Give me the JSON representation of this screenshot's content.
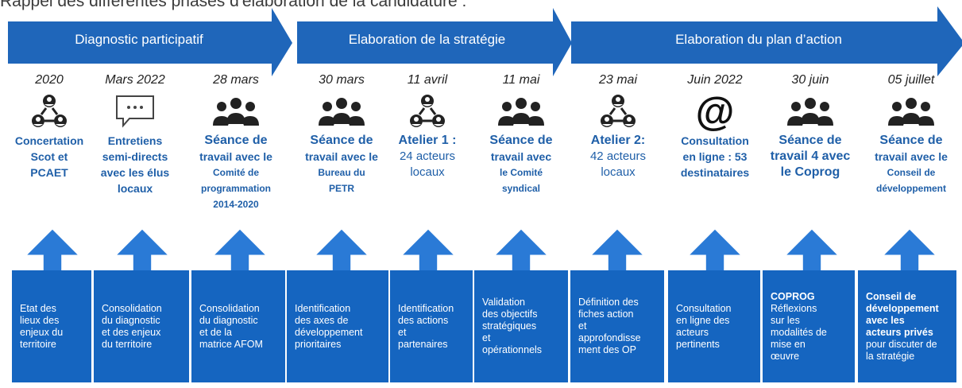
{
  "title": "Rappel des différentes phases d'élaboration de la candidature :",
  "colors": {
    "phase_arrow": "#1f66ba",
    "box": "#1565c0",
    "up_arrow": "#2a7ad6",
    "activity_text": "#1f5fa8"
  },
  "phases": [
    {
      "label": "Diagnostic participatif"
    },
    {
      "label": "Elaboration de la stratégie"
    },
    {
      "label": "Elaboration du plan d’action"
    }
  ],
  "steps": [
    {
      "date": "2020",
      "icon": "network-people-icon",
      "activity": [
        "Concertation",
        "Scot et",
        "PCAET"
      ],
      "box": [
        "Etat des",
        "lieux des",
        "enjeux du",
        "territoire"
      ]
    },
    {
      "date": "Mars 2022",
      "icon": "chat-bubble-icon",
      "activity": [
        "Entretiens",
        "semi-directs",
        "avec les élus",
        "locaux"
      ],
      "box": [
        "Consolidation",
        "du diagnostic",
        "et des enjeux",
        "du territoire"
      ]
    },
    {
      "date": "28 mars",
      "icon": "group-people-icon",
      "activity": [
        "Séance de",
        "travail avec le",
        "Comité de",
        "programmation",
        "2014-2020"
      ],
      "box": [
        "Consolidation",
        "du diagnostic",
        "et de la",
        "matrice AFOM"
      ]
    },
    {
      "date": "30 mars",
      "icon": "group-people-icon",
      "activity": [
        "Séance de",
        "travail avec le",
        "Bureau du",
        "PETR"
      ],
      "box": [
        "Identification",
        "des axes de",
        "développement",
        "prioritaires"
      ]
    },
    {
      "date": "11 avril",
      "icon": "network-people-icon",
      "activity": [
        "Atelier 1 :",
        "24 acteurs",
        "locaux"
      ],
      "box": [
        "Identification",
        "des actions",
        "et",
        "partenaires"
      ]
    },
    {
      "date": "11 mai",
      "icon": "group-people-icon",
      "activity": [
        "Séance de",
        "travail avec",
        "le Comité",
        "syndical"
      ],
      "box": [
        "Validation",
        "des objectifs",
        "stratégiques",
        "et",
        "opérationnels"
      ]
    },
    {
      "date": "23 mai",
      "icon": "network-people-icon",
      "activity": [
        "Atelier 2:",
        "42 acteurs",
        "locaux"
      ],
      "box": [
        "Définition des",
        "fiches action",
        "et",
        "approfondisse",
        "ment des OP"
      ]
    },
    {
      "date": "Juin 2022",
      "icon": "at-sign-icon",
      "activity": [
        "Consultation",
        "en ligne : 53",
        "destinataires"
      ],
      "box": [
        "Consultation",
        "en ligne des",
        "acteurs",
        "pertinents"
      ]
    },
    {
      "date": "30 juin",
      "icon": "group-people-icon",
      "activity": [
        "Séance de",
        "travail 4 avec",
        "le Coprog"
      ],
      "box": [
        "COPROG",
        "Réflexions",
        "sur les",
        "modalités de",
        "mise en",
        "œuvre"
      ]
    },
    {
      "date": "05 juillet",
      "icon": "group-people-icon",
      "activity": [
        "Séance de",
        "travail avec le",
        "Conseil de",
        "développement"
      ],
      "box": [
        "Conseil de",
        "développement",
        "avec les",
        "acteurs privés",
        "pour discuter de",
        "la stratégie"
      ]
    }
  ]
}
